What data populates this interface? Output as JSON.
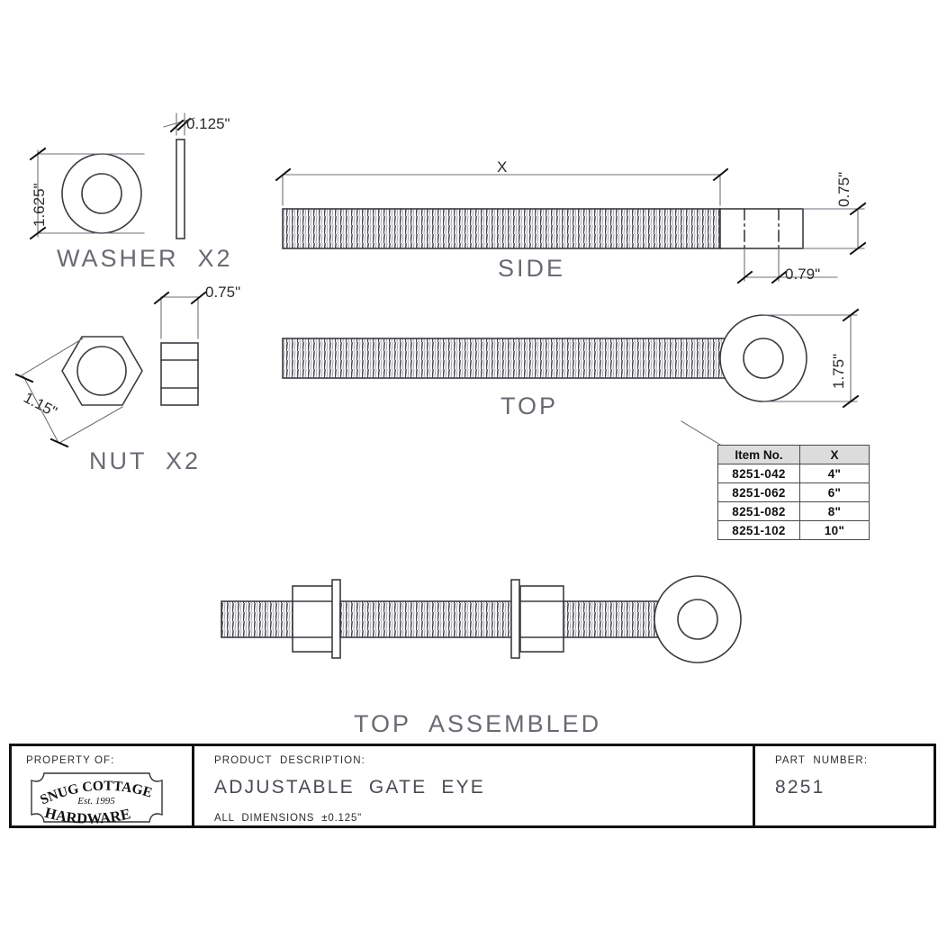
{
  "drawing": {
    "views": {
      "washer_label": "WASHER  X2",
      "nut_label": "NUT  X2",
      "side_label": "SIDE",
      "top_label": "TOP",
      "assembled_label": "TOP  ASSEMBLED"
    },
    "dimensions": {
      "washer_diameter": "1.625\"",
      "washer_thickness": "0.125\"",
      "nut_across_flats": "1.15\"",
      "nut_height": "0.75\"",
      "shank_length": "X",
      "eye_end_height": "0.75\"",
      "eye_end_width": "0.79\"",
      "eye_diameter": "1.75\""
    }
  },
  "spec_table": {
    "headers": [
      "Item No.",
      "X"
    ],
    "rows": [
      [
        "8251-042",
        "4\""
      ],
      [
        "8251-062",
        "6\""
      ],
      [
        "8251-082",
        "8\""
      ],
      [
        "8251-102",
        "10\""
      ]
    ]
  },
  "title_block": {
    "property_caption": "PROPERTY OF:",
    "description_caption": "PRODUCT  DESCRIPTION:",
    "description_value": "ADJUSTABLE  GATE  EYE",
    "tolerance_note": "ALL  DIMENSIONS  ±0.125\"",
    "part_number_caption": "PART  NUMBER:",
    "part_number_value": "8251",
    "logo": {
      "line1": "SNUG COTTAGE",
      "line2": "Est. 1995",
      "line3": "HARDWARE"
    }
  },
  "colors": {
    "line": "#3b3b42",
    "dim_line": "#6f6f78",
    "text_light": "#6a6a73",
    "text_dark": "#2b2b30",
    "table_header_bg": "#dcdcdc",
    "border": "#111111"
  }
}
